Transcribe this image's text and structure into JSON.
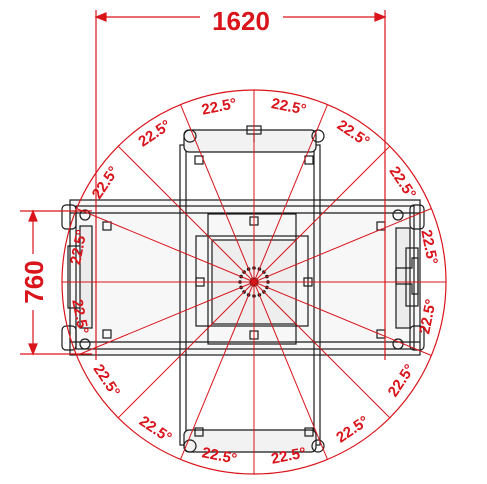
{
  "colors": {
    "annotation": "#d9141b",
    "drawing": "#1a1a1a",
    "background": "#ffffff"
  },
  "dimensions": {
    "width_label": "1620",
    "height_label": "760"
  },
  "angle_label": "22.5°",
  "angle_labels": [
    "22.5°",
    "22.5°",
    "22.5°",
    "22.5°",
    "22.5°",
    "22.5°",
    "22.5°",
    "22.5°",
    "22.5°",
    "22.5°",
    "22.5°",
    "22.5°",
    "22.5°",
    "22.5°",
    "22.5°",
    "22.5°"
  ],
  "sector_count": 16,
  "sector_angle_deg": 22.5
}
